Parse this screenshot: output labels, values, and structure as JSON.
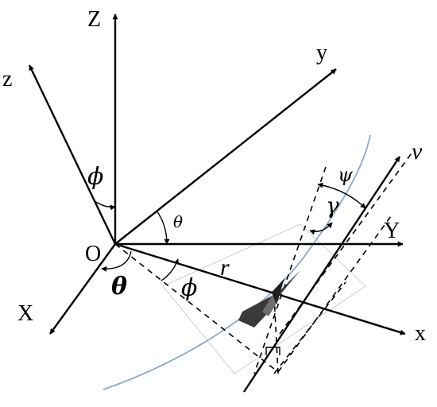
{
  "labels": {
    "Z": "Z",
    "z": "z",
    "y": "y",
    "Y": "Y",
    "X": "X",
    "x": "x",
    "O": "O",
    "r": "r",
    "v": "v",
    "phi": "ϕ",
    "theta": "θ",
    "psi": "ψ",
    "gamma": "γ"
  },
  "colors": {
    "axes": "#000000",
    "trajectory": "#8aa6cc",
    "vehicle": "#3a3a3a"
  },
  "icons": {
    "vehicle": "hypersonic-vehicle-icon"
  }
}
